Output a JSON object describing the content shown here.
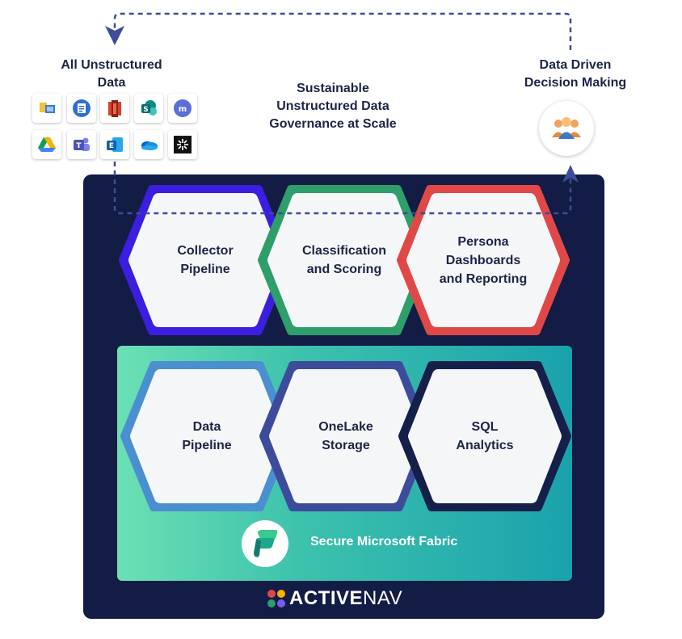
{
  "labels": {
    "sources_line1": "All Unstructured",
    "sources_line2": "Data",
    "decision_line1": "Data Driven",
    "decision_line2": "Decision Making",
    "governance_line1": "Sustainable",
    "governance_line2": "Unstructured Data",
    "governance_line3": "Governance at Scale"
  },
  "source_icons": [
    "file-server-icon",
    "document-icon",
    "aws-s3-icon",
    "sharepoint-icon",
    "box-icon",
    "google-drive-icon",
    "teams-icon",
    "exchange-icon",
    "onedrive-icon",
    "generic-source-icon"
  ],
  "top_hexagons": [
    {
      "line1": "Collector",
      "line2": "Pipeline",
      "line3": "",
      "color": "#3b1ee0"
    },
    {
      "line1": "Classification",
      "line2": "and Scoring",
      "line3": "",
      "color": "#2e9e6a"
    },
    {
      "line1": "Persona",
      "line2": "Dashboards",
      "line3": "and Reporting",
      "color": "#e04848"
    }
  ],
  "bottom_hexagons": [
    {
      "line1": "Data",
      "line2": "Pipeline",
      "color": "#4a8fd0"
    },
    {
      "line1": "OneLake",
      "line2": "Storage",
      "color": "#3d4c9a"
    },
    {
      "line1": "SQL",
      "line2": "Analytics",
      "color": "#142049"
    }
  ],
  "fabric": {
    "label": "Secure Microsoft Fabric"
  },
  "brand": {
    "bold": "ACTIVE",
    "light": "NAV"
  },
  "colors": {
    "panel": "#121c45",
    "arrow": "#3d4c9a",
    "text": "#1c2545"
  }
}
